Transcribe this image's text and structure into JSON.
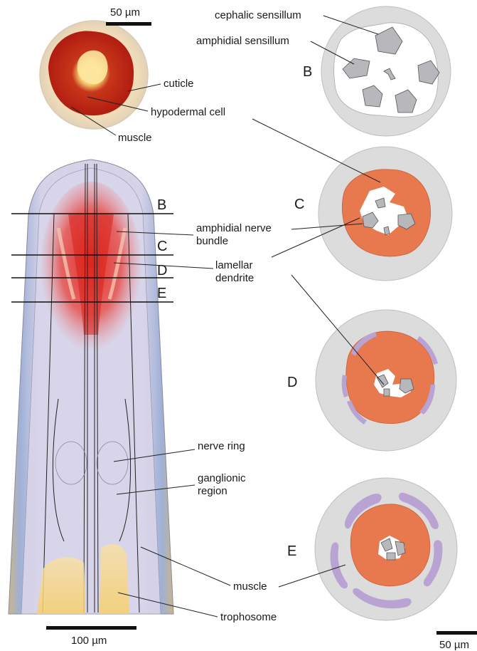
{
  "scale_bars": {
    "top": "50 µm",
    "bottom_left": "100 µm",
    "bottom_right": "50 µm"
  },
  "section_lines": [
    "B",
    "C",
    "D",
    "E"
  ],
  "panels": [
    "B",
    "C",
    "D",
    "E"
  ],
  "labels": {
    "cephalic_sensillum": "cephalic sensillum",
    "amphidial_sensillum": "amphidial sensillum",
    "cuticle": "cuticle",
    "hypodermal_cell": "hypodermal cell",
    "muscle_top": "muscle",
    "amphidial_nerve_bundle": [
      "amphidial nerve",
      "bundle"
    ],
    "lamellar_dendrite": [
      "lamellar",
      "dendrite"
    ],
    "nerve_ring": "nerve ring",
    "ganglionic_region": [
      "ganglionic",
      "region"
    ],
    "muscle_bottom": "muscle",
    "trophosome": "trophosome"
  },
  "colors": {
    "cuticle": "#dcdcdc",
    "hypodermis": "#e8784e",
    "muscle": "#b9a3d3",
    "sensillum": "#b8b8bc",
    "stain_red": "#d9261c",
    "body_fill": "#d7d3e7",
    "trophosome": "#f6d98a"
  }
}
